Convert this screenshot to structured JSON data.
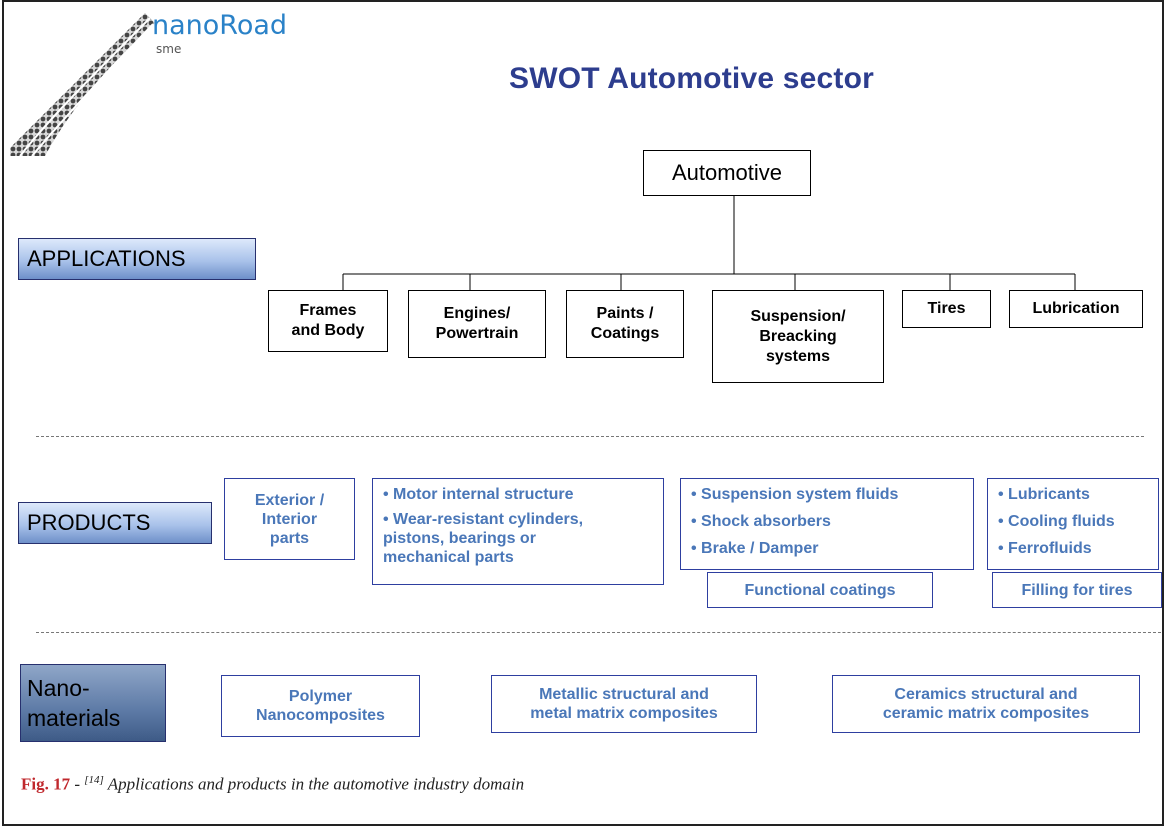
{
  "logo": {
    "name": "nanoRoad",
    "sub": "sme"
  },
  "title": "SWOT Automotive sector",
  "root": "Automotive",
  "sections": {
    "applications": "APPLICATIONS",
    "products": "PRODUCTS",
    "nanomaterials_line1": "Nano-",
    "nanomaterials_line2": "materials"
  },
  "applications": [
    "Frames\nand Body",
    "Engines/\nPowertrain",
    "Paints /\nCoatings",
    "Suspension/\nBreacking\nsystems",
    "Tires",
    "Lubrication"
  ],
  "products": {
    "exterior": "Exterior /\nInterior\nparts",
    "engine_items": [
      "• Motor internal structure",
      "• Wear-resistant cylinders,\npistons, bearings or\nmechanical parts"
    ],
    "suspension_items": [
      "• Suspension system fluids",
      "• Shock absorbers",
      "• Brake / Damper"
    ],
    "lubrication_items": [
      "• Lubricants",
      "• Cooling fluids",
      "• Ferrofluids"
    ],
    "functional_coatings": "Functional coatings",
    "filling_tires": "Filling for tires"
  },
  "nanomaterials": [
    "Polymer\nNanocomposites",
    "Metallic structural and\nmetal matrix composites",
    "Ceramics structural and\nceramic matrix composites"
  ],
  "caption": {
    "fig": "Fig. 17",
    "sep": " - ",
    "ref": "[14]",
    "text": " Applications and products in the automotive industry domain"
  },
  "colors": {
    "title": "#2d3d8e",
    "box_text": "#4a77b8",
    "box_border": "#2e3fa0",
    "caption_fig": "#c0282d",
    "logo": "#2a82c8"
  }
}
